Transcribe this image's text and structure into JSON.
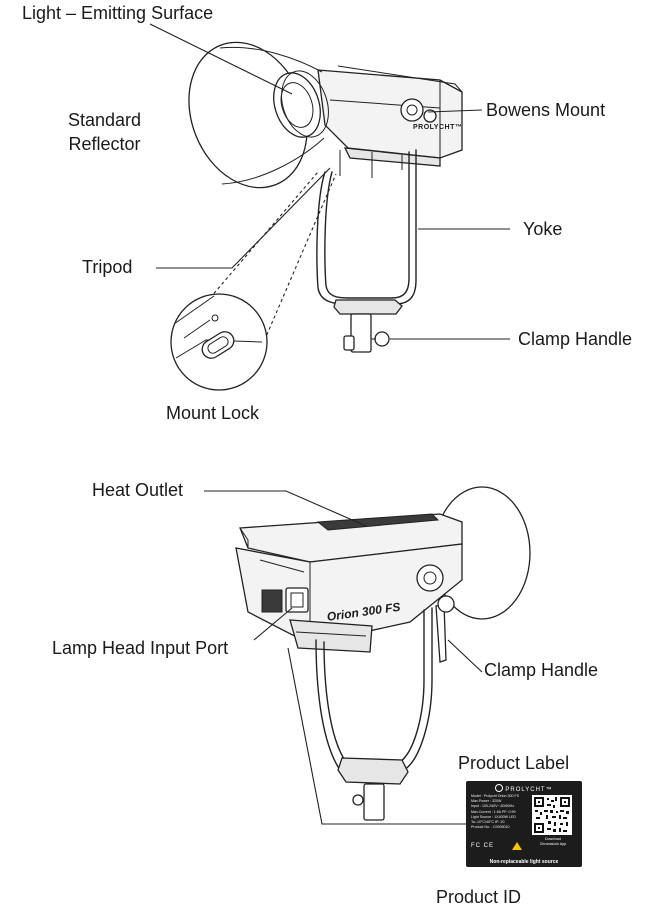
{
  "labels": {
    "light_emitting_surface": "Light – Emitting Surface",
    "standard_reflector": "Standard\nReflector",
    "bowens_mount": "Bowens Mount",
    "yoke": "Yoke",
    "tripod": "Tripod",
    "clamp_handle_top": "Clamp Handle",
    "mount_lock": "Mount Lock",
    "heat_outlet": "Heat Outlet",
    "lamp_head_input_port": "Lamp Head Input Port",
    "clamp_handle_bottom": "Clamp Handle",
    "product_label": "Product Label",
    "product_id": "Product ID"
  },
  "device_text": {
    "brand": "PROLYCHT™",
    "model": "Orion 300 FS"
  },
  "product_label_plate": {
    "brand": "PROLYCHT™",
    "spec_lines": [
      "Model : Prolycht Orion 300 FS",
      "Max.Power : 320W",
      "Input : 100-240V~,50/60Hz",
      "Max.Current : 1.6A  PF: 0.99",
      "Light Source : 1X400W LED",
      "Ta:-10°C/45°C     IP: 20",
      "Product No. : C0000010"
    ],
    "qr_note": "Download\nChromaLink App",
    "cert_marks": "FC CE",
    "footer": "Non-replaceable light source"
  }
}
